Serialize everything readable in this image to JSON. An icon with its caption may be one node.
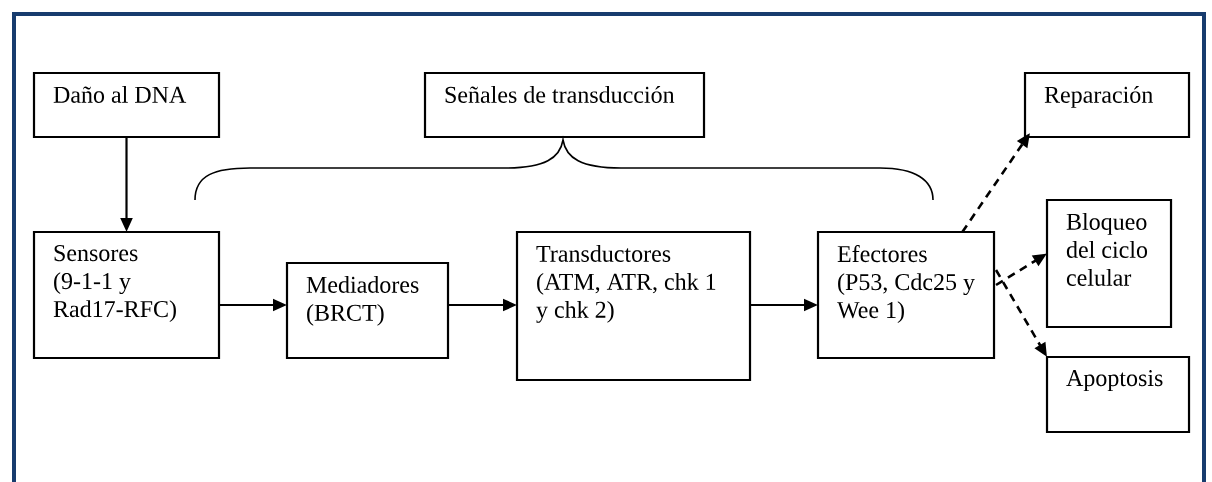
{
  "diagram": {
    "nodes": [
      {
        "text": [
          "Daño al DNA"
        ]
      },
      {
        "text": [
          "Señales de transducción"
        ]
      },
      {
        "text": [
          "Reparación"
        ]
      },
      {
        "text": [
          "Sensores (9-1-1 y Rad17-RFC)"
        ]
      },
      {
        "text": [
          "Mediadores (BRCT)"
        ]
      },
      {
        "text": [
          "Transductores (ATM, ATR, chk 1 y chk 2)"
        ]
      },
      {
        "text": [
          "Efectores (P53, Cdc25 y Wee 1)"
        ]
      },
      {
        "text": [
          "Bloqueo del ciclo celular"
        ]
      },
      {
        "text": [
          "Apoptosis"
        ]
      }
    ],
    "edges": [
      {
        "from": 0,
        "to": 3,
        "arrow": "to"
      },
      {
        "from": 3,
        "to": 4,
        "arrow": "to"
      },
      {
        "from": 4,
        "to": 5,
        "arrow": "to"
      },
      {
        "from": 5,
        "to": 6,
        "arrow": "to"
      },
      {
        "from": 6,
        "to": 2,
        "arrow": "to",
        "style": "dashed"
      },
      {
        "from": 6,
        "to": 7,
        "arrow": "to",
        "style": "dashed"
      },
      {
        "from": 6,
        "to": 8,
        "arrow": "to",
        "style": "dashed"
      }
    ]
  }
}
